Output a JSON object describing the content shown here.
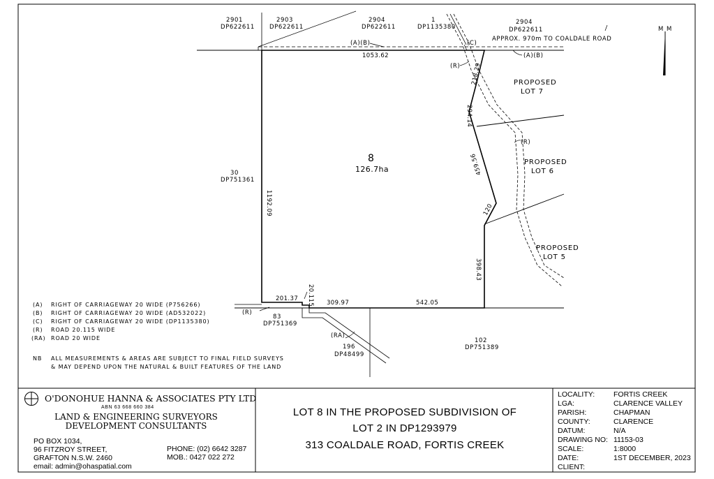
{
  "plan": {
    "adjacent": {
      "lot_2901": "2901",
      "dp_2901": "DP622611",
      "lot_2903": "2903",
      "dp_2903": "DP622611",
      "lot_2904a": "2904",
      "dp_2904a": "DP622611",
      "lot_1": "1",
      "dp_1": "DP1135380",
      "lot_2904b": "2904",
      "dp_2904b": "DP622611",
      "lot_30": "30",
      "dp_30": "DP751361",
      "lot_83": "83",
      "dp_83": "DP751369",
      "lot_196": "196",
      "dp_196": "DP48499",
      "lot_102": "102",
      "dp_102": "DP751389"
    },
    "road_note": "APPROX. 970m TO COALDALE ROAD",
    "tags": {
      "ab_left": "(A)(B)",
      "c": "(C)",
      "ab_right": "(A)(B)",
      "r_top": "(R)",
      "r_mid": "(R)",
      "r_left": "(R)",
      "ra": "(RA)"
    },
    "proposed": {
      "lot7_a": "PROPOSED",
      "lot7_b": "LOT 7",
      "lot6_a": "PROPOSED",
      "lot6_b": "LOT 6",
      "lot5_a": "PROPOSED",
      "lot5_b": "LOT 5"
    },
    "lot_number": "8",
    "lot_area": "126.7ha",
    "dims": {
      "top": "1053.62",
      "left": "1192.09",
      "diag_top": "218.29",
      "seg2": "294.14",
      "seg3": "459.56",
      "seg4": "120",
      "seg5": "398.43",
      "bot_a": "201.37",
      "bot_b": "20.115",
      "bot_c": "309.97",
      "bot_d": "542.05"
    },
    "north": "M"
  },
  "legend": [
    {
      "key": "(A)",
      "text": "RIGHT OF CARRIAGEWAY 20 WIDE (P756266)"
    },
    {
      "key": "(B)",
      "text": "RIGHT OF CARRIAGEWAY 20 WIDE (AD532022)"
    },
    {
      "key": "(C)",
      "text": "RIGHT OF CARRIAGEWAY 20 WIDE (DP1135380)"
    },
    {
      "key": "(R)",
      "text": "ROAD 20.115 WIDE"
    },
    {
      "key": "(RA)",
      "text": "ROAD 20 WIDE"
    }
  ],
  "nb": {
    "key": "NB",
    "line1": "ALL MEASUREMENTS & AREAS ARE SUBJECT TO FINAL FIELD SURVEYS",
    "line2": "& MAY DEPEND UPON THE NATURAL & BUILT FEATURES OF THE LAND"
  },
  "firm": {
    "name": "O'DONOHUE HANNA & ASSOCIATES PTY LTD",
    "abn": "ABN 63 668 660 384",
    "line1": "LAND & ENGINEERING SURVEYORS",
    "line2": "DEVELOPMENT CONSULTANTS",
    "po": "PO BOX 1034,",
    "street": "96 FITZROY STREET,",
    "town": "GRAFTON  N.S.W.  2460",
    "email": "email: admin@ohaspatial.com",
    "phone": "PHONE: (02) 6642 3287",
    "mob": "MOB.:     0427 022 272"
  },
  "title": {
    "line1": "LOT 8 IN THE PROPOSED SUBDIVISION OF",
    "line2": "LOT 2 IN DP1293979",
    "line3": "313 COALDALE ROAD, FORTIS CREEK"
  },
  "info": [
    {
      "k": "LOCALITY:",
      "v": "FORTIS CREEK"
    },
    {
      "k": "LGA:",
      "v": "CLARENCE VALLEY"
    },
    {
      "k": "PARISH:",
      "v": "CHAPMAN"
    },
    {
      "k": "COUNTY:",
      "v": "CLARENCE"
    },
    {
      "k": "DATUM:",
      "v": "N/A"
    },
    {
      "k": "DRAWING NO:",
      "v": "11153-03"
    },
    {
      "k": "SCALE:",
      "v": "1:8000"
    },
    {
      "k": "DATE:",
      "v": "1ST DECEMBER, 2023"
    },
    {
      "k": "CLIENT:",
      "v": ""
    }
  ]
}
